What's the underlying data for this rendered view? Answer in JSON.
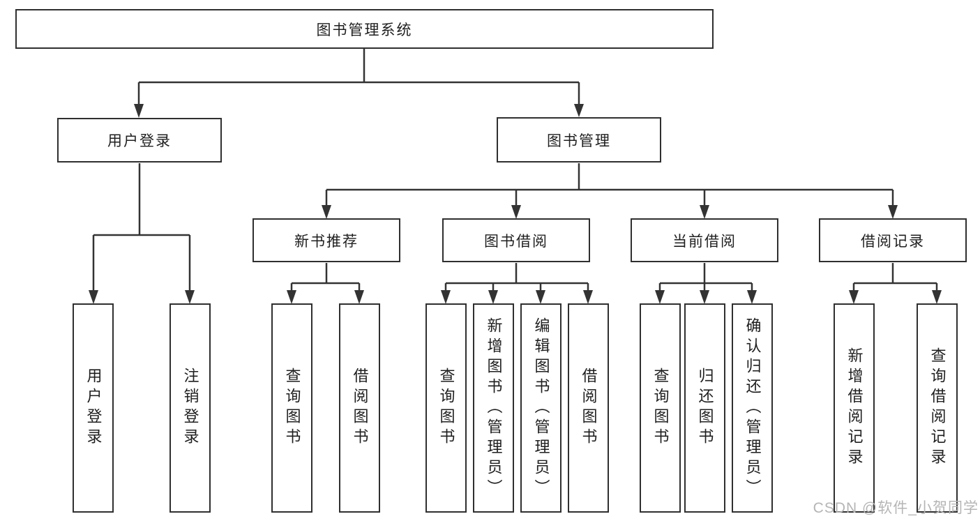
{
  "tree": {
    "label": "图书管理系统",
    "children": [
      {
        "label": "用户登录",
        "children": [
          {
            "label": "用户登录"
          },
          {
            "label": "注销登录"
          }
        ]
      },
      {
        "label": "图书管理",
        "children": [
          {
            "label": "新书推荐",
            "children": [
              {
                "label": "查询图书"
              },
              {
                "label": "借阅图书"
              }
            ]
          },
          {
            "label": "图书借阅",
            "children": [
              {
                "label": "查询图书"
              },
              {
                "label": "新增图书（管理员）"
              },
              {
                "label": "编辑图书（管理员）"
              },
              {
                "label": "借阅图书"
              }
            ]
          },
          {
            "label": "当前借阅",
            "children": [
              {
                "label": "查询图书"
              },
              {
                "label": "归还图书"
              },
              {
                "label": "确认归还（管理员）"
              }
            ]
          },
          {
            "label": "借阅记录",
            "children": [
              {
                "label": "新增借阅记录"
              },
              {
                "label": "查询借阅记录"
              }
            ]
          }
        ]
      }
    ]
  },
  "watermark": {
    "text": "CSDN @软件_小贺同学"
  },
  "colors": {
    "line": "#333333",
    "box_border": "#2f2f2f",
    "text": "#1f1f1f",
    "background": "#ffffff",
    "watermark": "#b5b5b5"
  }
}
